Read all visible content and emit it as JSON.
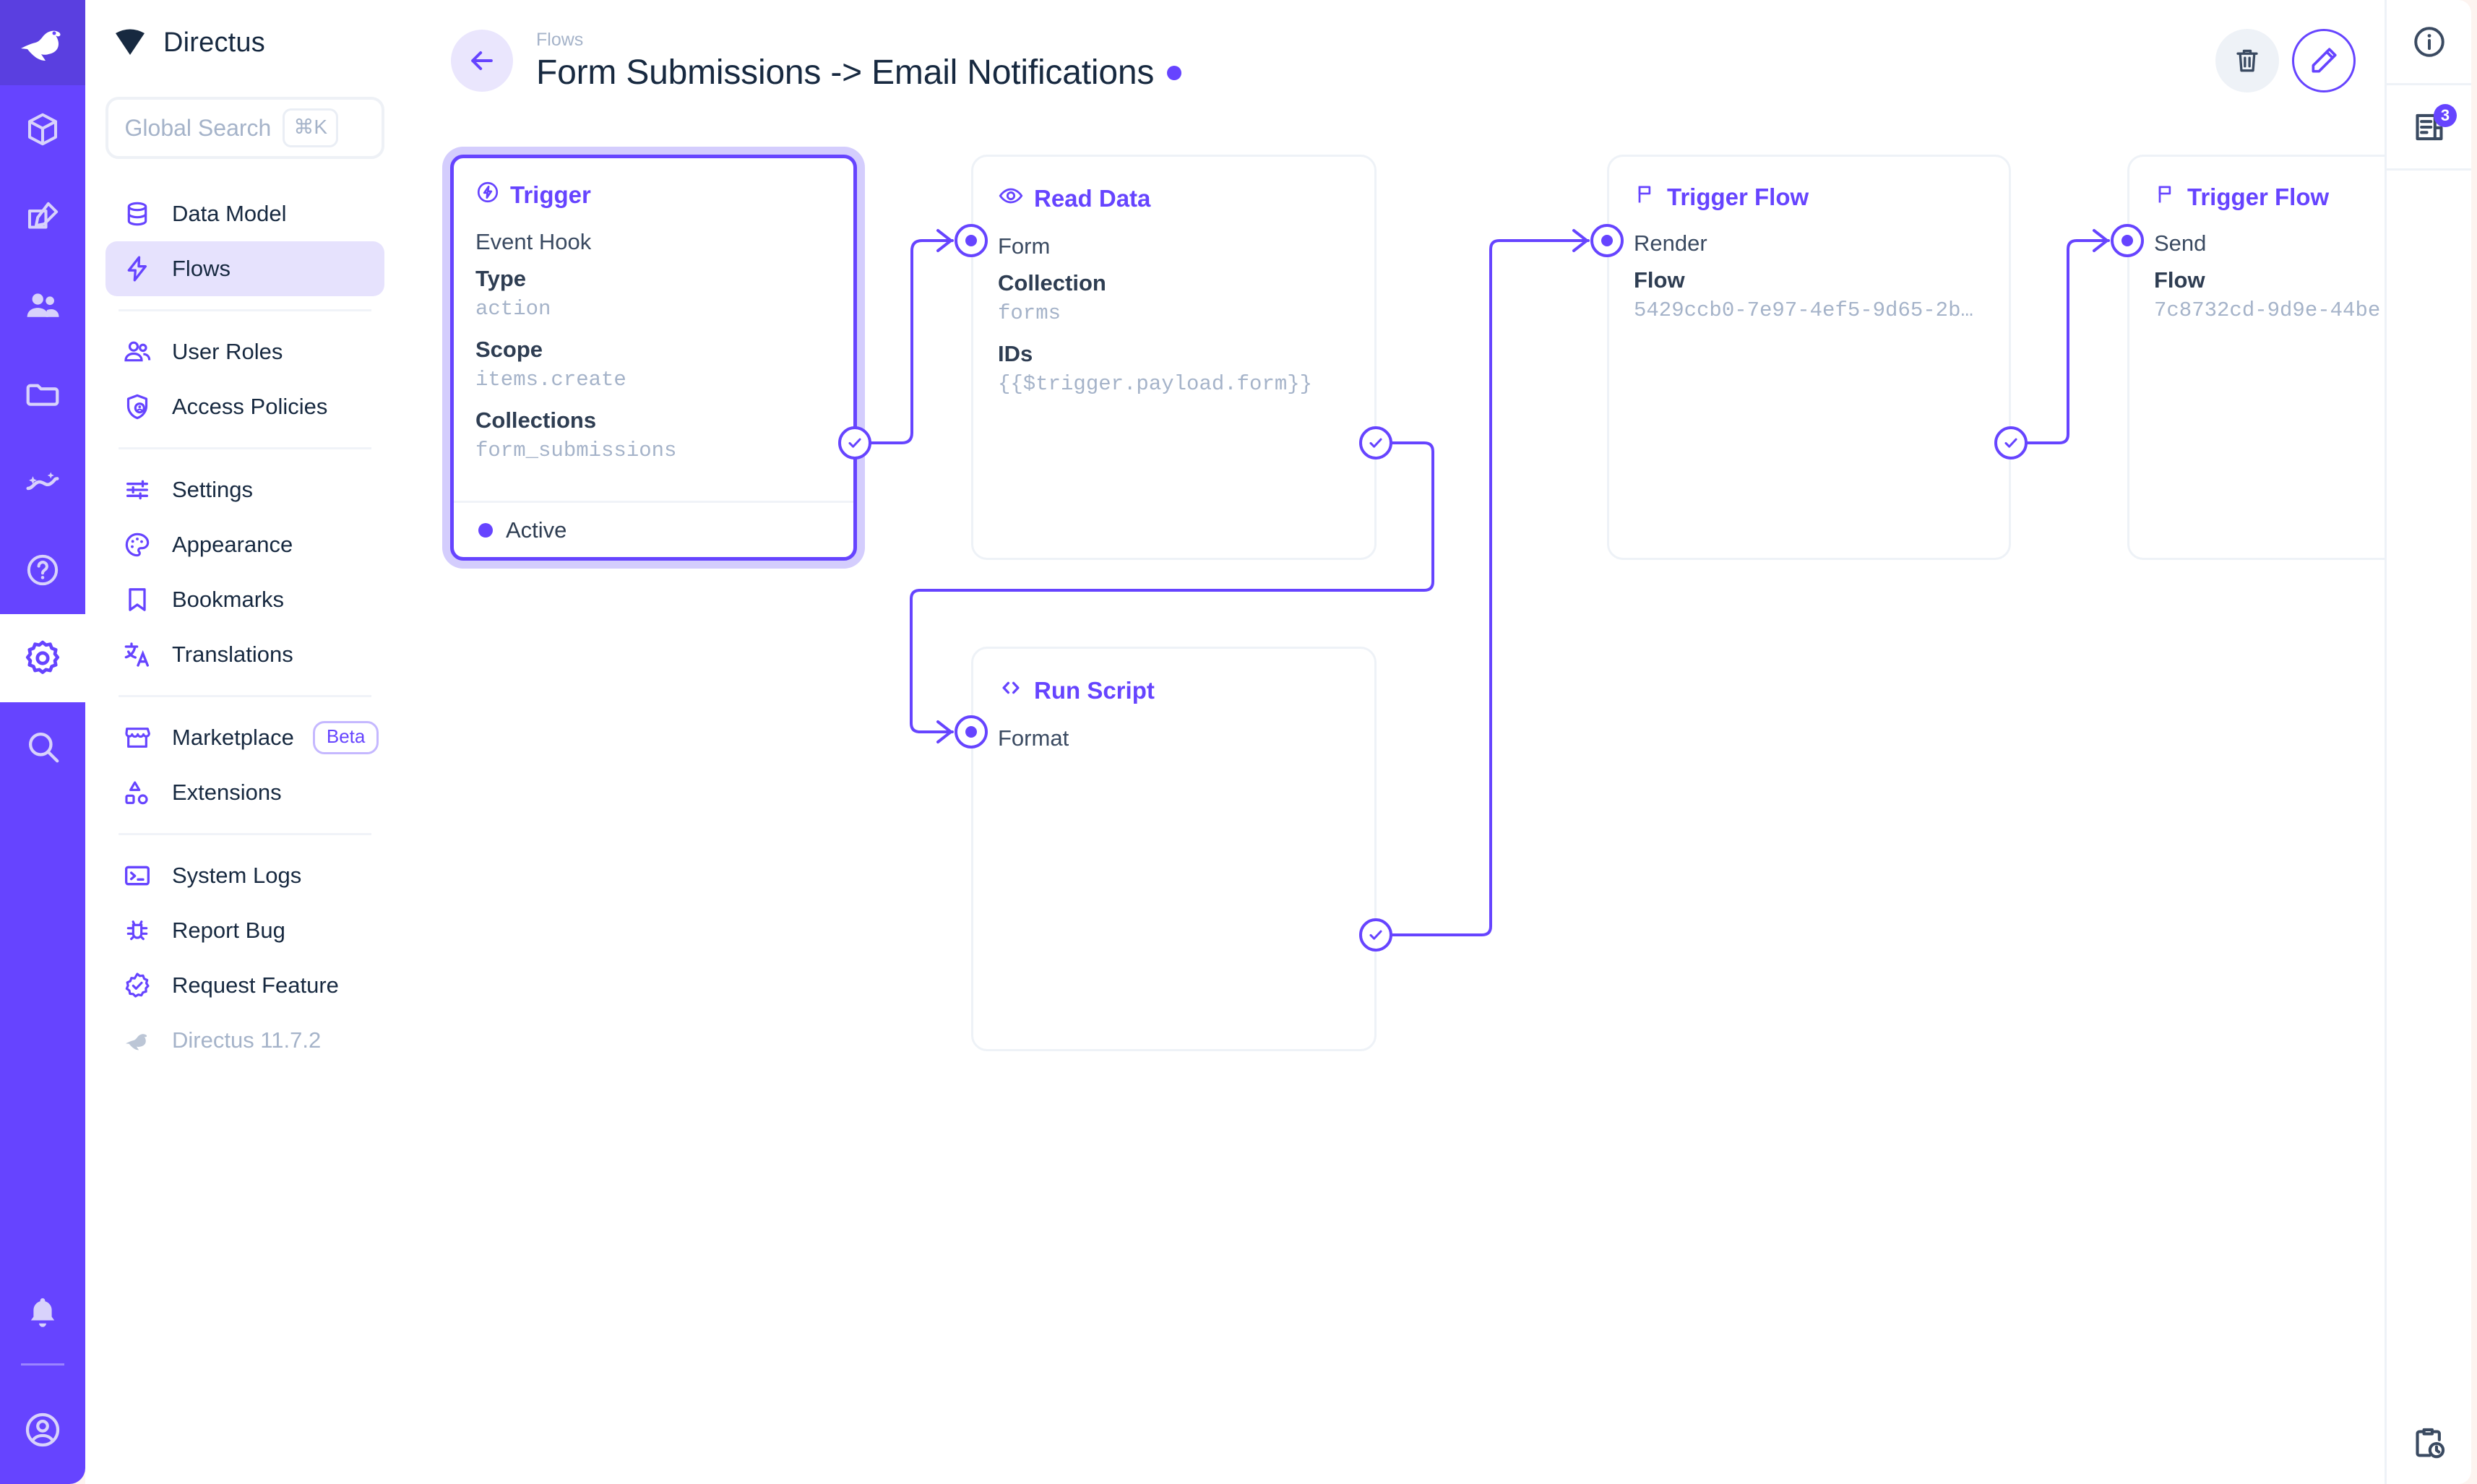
{
  "brand": {
    "name": "Directus",
    "logo_icon": "directus-diamond-logo"
  },
  "rail": {
    "logo_icon": "directus-rabbit-logo",
    "items": [
      {
        "icon": "box-icon",
        "name": "content-module",
        "active": false
      },
      {
        "icon": "edit-square-icon",
        "name": "editor-module",
        "active": false
      },
      {
        "icon": "users-icon",
        "name": "users-module",
        "active": false
      },
      {
        "icon": "folder-icon",
        "name": "files-module",
        "active": false
      },
      {
        "icon": "insights-icon",
        "name": "insights-module",
        "active": false
      },
      {
        "icon": "help-circle-icon",
        "name": "help-module",
        "active": false
      },
      {
        "icon": "gear-icon",
        "name": "settings-module",
        "active": true
      },
      {
        "icon": "search-icon",
        "name": "search-module",
        "active": false
      }
    ],
    "bottom": [
      {
        "icon": "bell-icon",
        "name": "notifications-button"
      },
      {
        "icon": "account-circle-icon",
        "name": "user-account-button"
      }
    ]
  },
  "search": {
    "placeholder": "Global Search",
    "shortcut": "⌘K"
  },
  "sidebar": {
    "groups": [
      {
        "items": [
          {
            "label": "Data Model",
            "icon": "database-icon",
            "selected": false
          },
          {
            "label": "Flows",
            "icon": "bolt-icon",
            "selected": true
          }
        ]
      },
      {
        "items": [
          {
            "label": "User Roles",
            "icon": "users-icon",
            "selected": false
          },
          {
            "label": "Access Policies",
            "icon": "shield-person-icon",
            "selected": false
          }
        ]
      },
      {
        "items": [
          {
            "label": "Settings",
            "icon": "tune-icon",
            "selected": false
          },
          {
            "label": "Appearance",
            "icon": "palette-icon",
            "selected": false
          },
          {
            "label": "Bookmarks",
            "icon": "bookmark-icon",
            "selected": false
          },
          {
            "label": "Translations",
            "icon": "translate-icon",
            "selected": false
          }
        ]
      },
      {
        "items": [
          {
            "label": "Marketplace",
            "icon": "storefront-icon",
            "selected": false,
            "badge": "Beta"
          },
          {
            "label": "Extensions",
            "icon": "shapes-icon",
            "selected": false
          }
        ]
      },
      {
        "items": [
          {
            "label": "System Logs",
            "icon": "terminal-icon",
            "selected": false
          },
          {
            "label": "Report Bug",
            "icon": "bug-icon",
            "selected": false
          },
          {
            "label": "Request Feature",
            "icon": "verified-icon",
            "selected": false
          },
          {
            "label": "Directus 11.7.2",
            "icon": "directus-rabbit-small-icon",
            "selected": false,
            "muted": true
          }
        ]
      }
    ]
  },
  "header": {
    "back_icon": "arrow-left-icon",
    "breadcrumb": "Flows",
    "title": "Form Submissions -> Email Notifications",
    "status_dot_color": "#6644ff",
    "actions": [
      {
        "name": "delete-flow-button",
        "icon": "trash-icon"
      },
      {
        "name": "edit-flow-button",
        "icon": "pencil-icon"
      }
    ]
  },
  "canvas": {
    "nodes": [
      {
        "id": "trigger",
        "type_label": "Trigger",
        "type_icon": "bolt-circle-icon",
        "selected": true,
        "subtitle": "Event Hook",
        "fields": [
          {
            "key": "Type",
            "value": "action"
          },
          {
            "key": "Scope",
            "value": "items.create"
          },
          {
            "key": "Collections",
            "value": "form_submissions"
          }
        ],
        "footer_status": "Active"
      },
      {
        "id": "read-data",
        "type_label": "Read Data",
        "type_icon": "eye-icon",
        "selected": false,
        "subtitle": "Form",
        "fields": [
          {
            "key": "Collection",
            "value": "forms"
          },
          {
            "key": "IDs",
            "value": "{{$trigger.payload.form}}"
          }
        ]
      },
      {
        "id": "trigger-flow-render",
        "type_label": "Trigger Flow",
        "type_icon": "flag-icon",
        "selected": false,
        "subtitle": "Render",
        "fields": [
          {
            "key": "Flow",
            "value": "5429ccb0-7e97-4ef5-9d65-2b…"
          }
        ]
      },
      {
        "id": "trigger-flow-send",
        "type_label": "Trigger Flow",
        "type_icon": "flag-icon",
        "selected": false,
        "subtitle": "Send",
        "fields": [
          {
            "key": "Flow",
            "value": "7c8732cd-9d9e-44be"
          }
        ]
      },
      {
        "id": "run-script",
        "type_label": "Run Script",
        "type_icon": "code-brackets-icon",
        "selected": false,
        "subtitle": "Format",
        "fields": []
      }
    ]
  },
  "right_rail": {
    "items": [
      {
        "name": "flow-info-button",
        "icon": "info-icon",
        "badge": null
      },
      {
        "name": "flow-logs-button",
        "icon": "logs-icon",
        "badge": "3"
      }
    ],
    "bottom": {
      "name": "activity-history-button",
      "icon": "clipboard-clock-icon"
    }
  }
}
